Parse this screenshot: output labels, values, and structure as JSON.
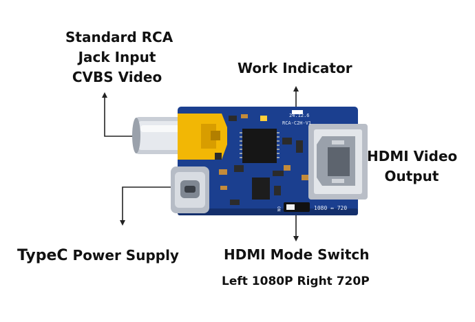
{
  "labels": {
    "rca_line1": "Standard RCA",
    "rca_line2": "Jack Input",
    "rca_line3": "CVBS Video",
    "work_indicator": "Work Indicator",
    "hdmi_out_line1": "HDMI Video",
    "hdmi_out_line2": "Output",
    "typec_a": "TypeC",
    "typec_b": "Power Supply",
    "switch_title": "HDMI Mode Switch",
    "switch_sub": "Left 1080P Right 720P"
  },
  "board_silk": {
    "version": "24.12.6",
    "model": "RCA-C2H-V1",
    "mode": "1080 ↔ 720",
    "on": "ON"
  },
  "colors": {
    "pcb": "#1b3f8f",
    "rca_yellow": "#f2b705",
    "connector_metal": "#c9ced6"
  }
}
